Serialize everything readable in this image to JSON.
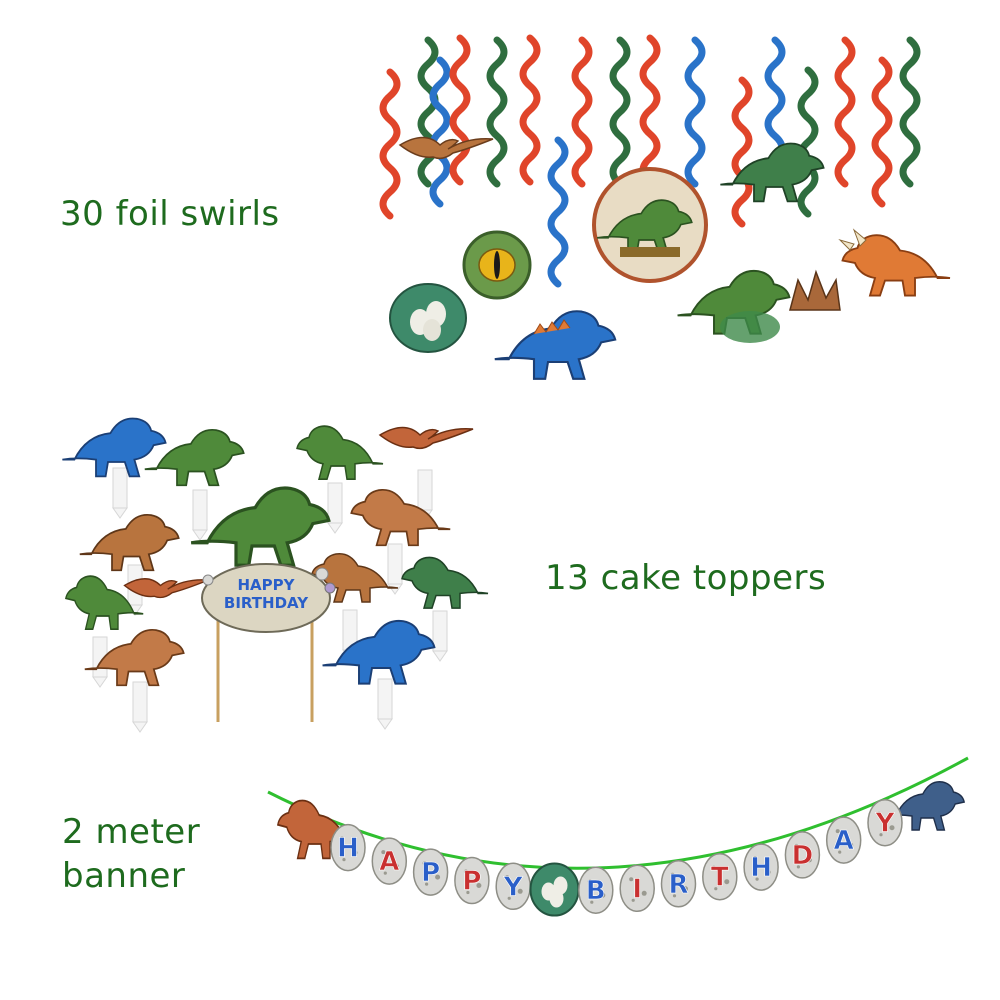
{
  "products": [
    {
      "id": "swirls",
      "label": "30 foil swirls"
    },
    {
      "id": "toppers",
      "label": "13 cake toppers"
    },
    {
      "id": "banner",
      "label_line1": "2 meter",
      "label_line2": "banner"
    }
  ],
  "cake_sign": {
    "line1": "HAPPY",
    "line2": "BIRTHDAY"
  },
  "banner_letters": [
    "H",
    "A",
    "P",
    "P",
    "Y",
    "",
    "B",
    "I",
    "R",
    "T",
    "H",
    "D",
    "A",
    "Y"
  ],
  "colors": {
    "label_text": "#1e6b1e",
    "swirl_red": "#e0452a",
    "swirl_blue": "#2a73c9",
    "swirl_green": "#2f6e3f",
    "dino_green": "#4f8a3a",
    "dino_brown": "#b8743e",
    "dino_orange": "#e07a35",
    "banner_string": "#2fbf2f",
    "letter_blue": "#2a5fc9",
    "letter_red": "#c93030"
  },
  "icons": [
    "dinosaur-icon",
    "pterodactyl-icon",
    "dino-eye-icon",
    "dino-egg-nest-icon"
  ]
}
